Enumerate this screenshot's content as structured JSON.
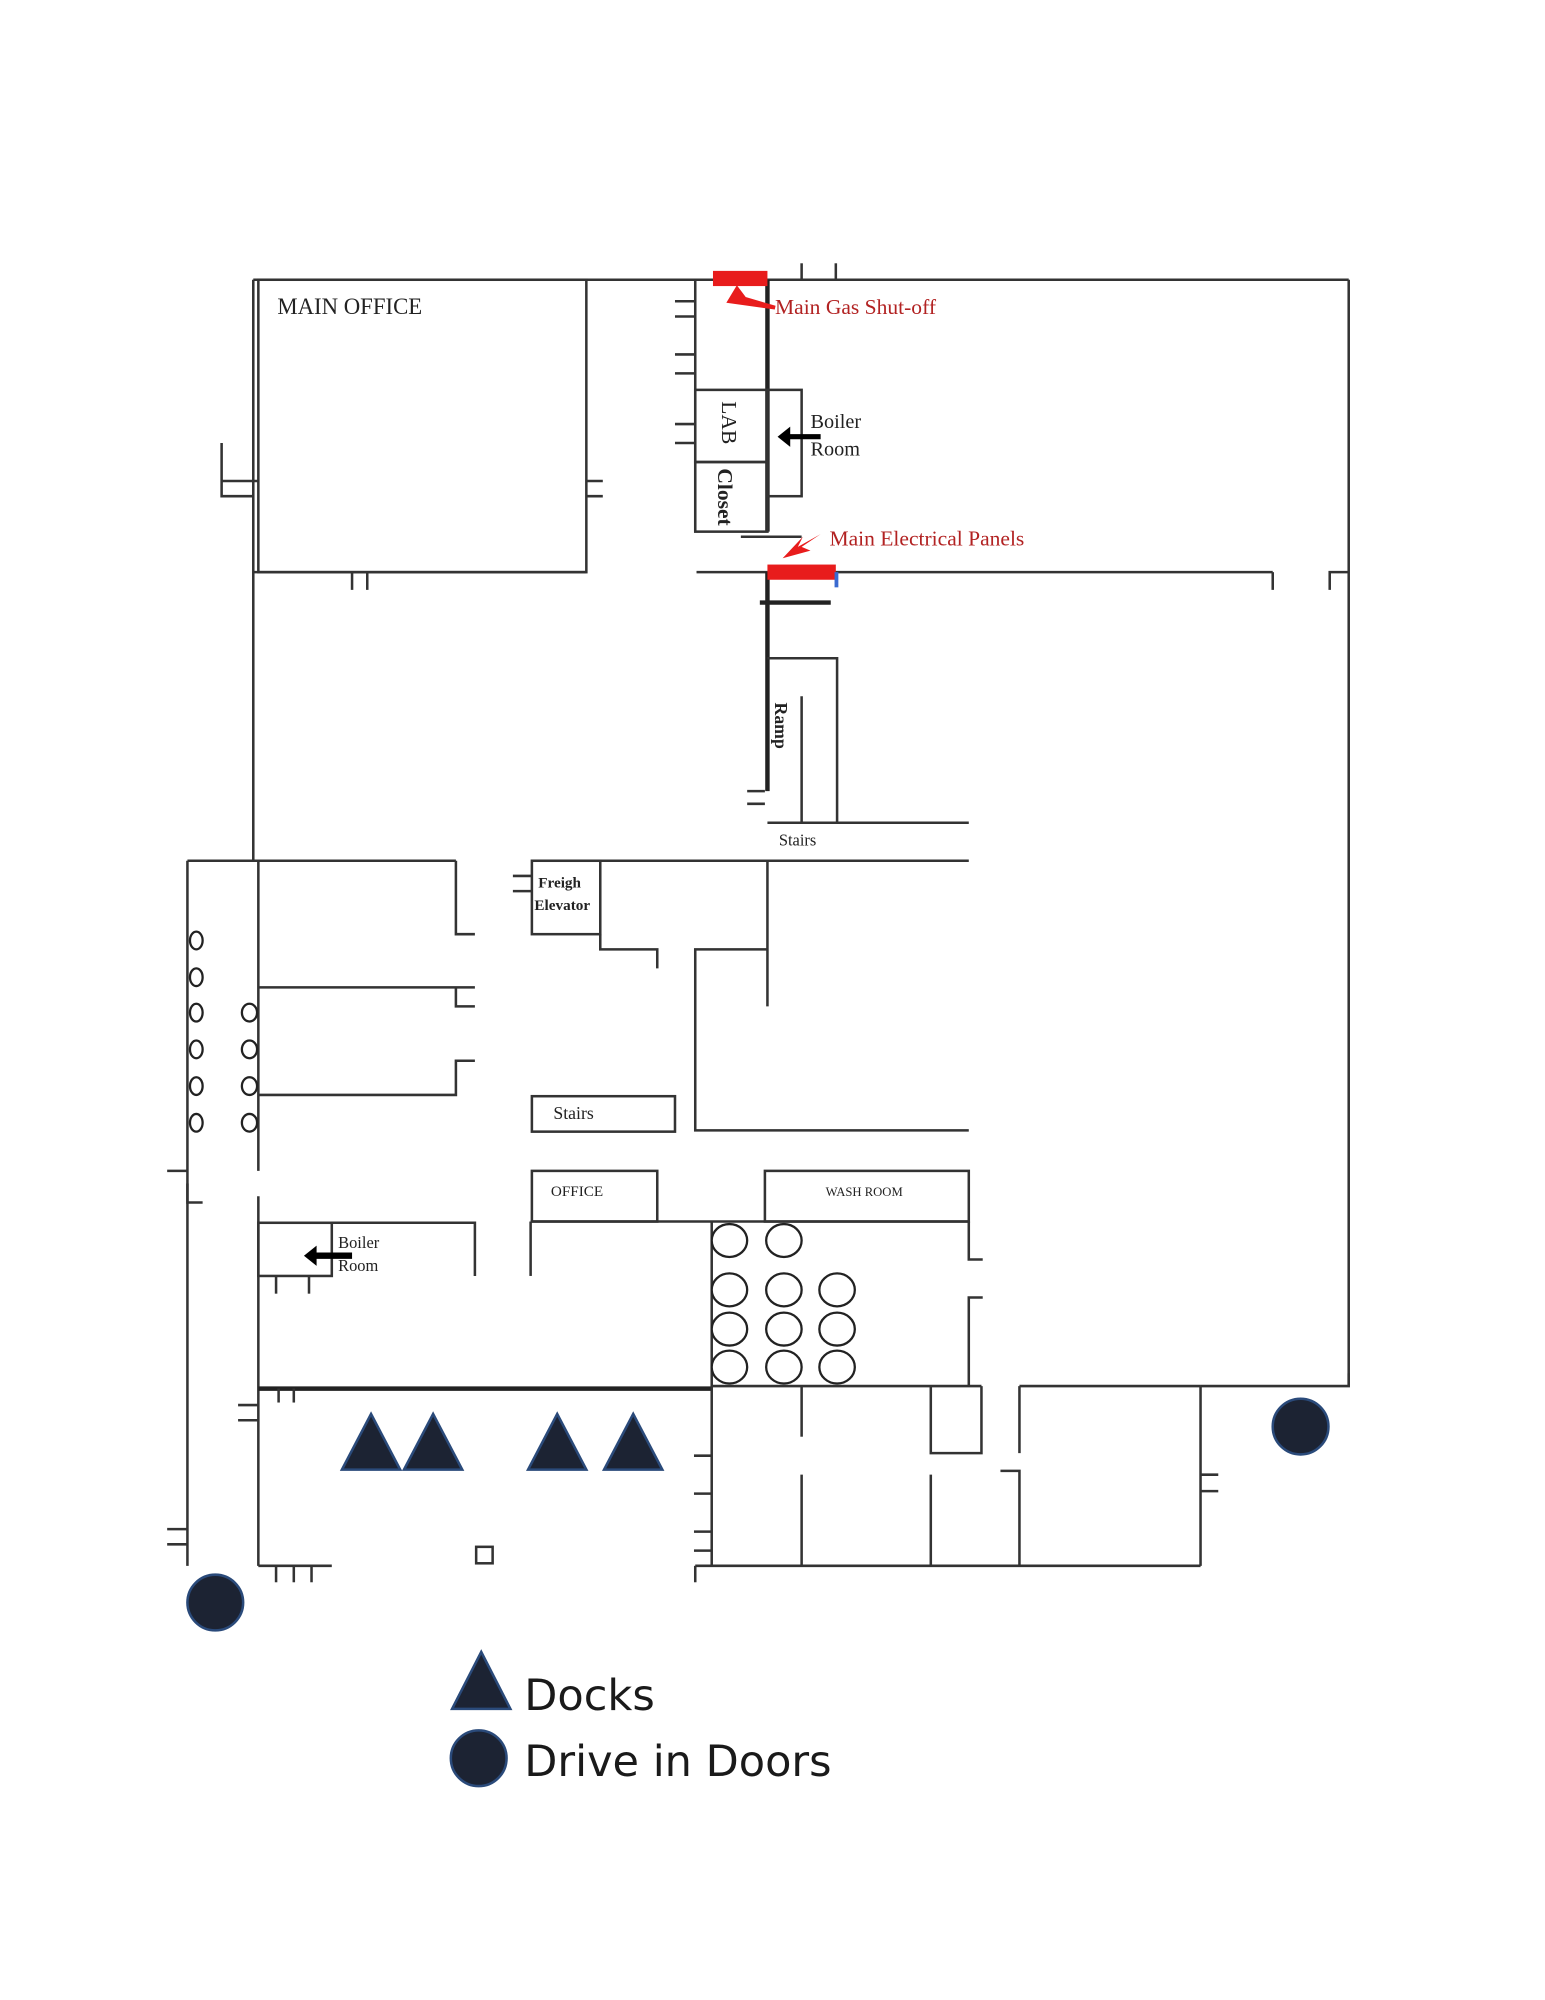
{
  "floor_plan": {
    "labels": {
      "main_office": "MAIN OFFICE",
      "lab": "LAB",
      "closet": "Closet",
      "boiler_room_upper_1": "Boiler",
      "boiler_room_upper_2": "Room",
      "ramp": "Ramp",
      "stairs_upper": "Stairs",
      "freight_elevator_1": "Freigh",
      "freight_elevator_2": "Elevator",
      "stairs_middle": "Stairs",
      "office": "OFFICE",
      "wash_room": "WASH ROOM",
      "boiler_room_lower_1": "Boiler",
      "boiler_room_lower_2": "Room"
    },
    "annotations": {
      "gas_shutoff": "Main Gas Shut-off",
      "electrical_panels": "Main Electrical Panels"
    },
    "dock_count": 4,
    "drive_in_door_count": 2,
    "colors": {
      "hazard": "#e81c1c",
      "marker": "#1c2333",
      "wall": "#333333"
    }
  },
  "legend": {
    "docks": "Docks",
    "drive_in_doors": "Drive in Doors"
  }
}
